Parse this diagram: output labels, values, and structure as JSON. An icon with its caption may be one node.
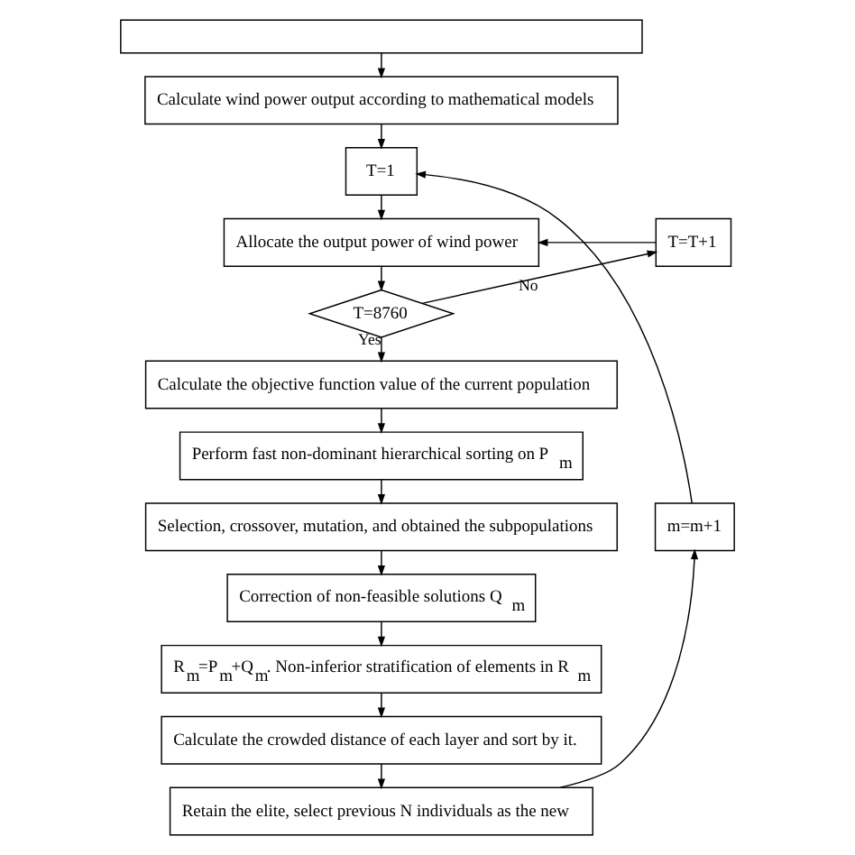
{
  "diagram": {
    "nodes": [
      {
        "text": [],
        "shape": "box"
      },
      {
        "text": [
          "Calculate wind power output according to mathematical models"
        ]
      },
      {
        "text": [
          "T=1"
        ]
      },
      {
        "text": [
          "Allocate the output power of wind power"
        ]
      },
      {
        "text": [
          "T=T+1"
        ]
      },
      {
        "text": [
          "T=8760"
        ]
      },
      {
        "text": [
          "Calculate the objective function value of the current population"
        ]
      },
      {
        "text": [
          "Perform fast non-dominant hierarchical sorting on P$_{m}$"
        ]
      },
      {
        "text": [
          "Selection, crossover, mutation, and obtained the subpopulations"
        ]
      },
      {
        "text": [
          "m=m+1"
        ]
      },
      {
        "text": [
          "Correction of non-feasible solutions Q$_{m}$"
        ]
      },
      {
        "text": [
          "R$_{m}$=P$_{m}$+Q$_{m}$. Non-inferior stratification of elements in R$_{m}$"
        ]
      },
      {
        "text": [
          "Calculate the crowded distance of each layer and sort by it."
        ]
      },
      {
        "text": [
          "Retain the elite, select previous N individuals as the new"
        ]
      }
    ],
    "edges": [
      {
        "from": 0,
        "to": 1,
        "arrow": "to"
      },
      {
        "from": 1,
        "to": 2,
        "arrow": "to"
      },
      {
        "from": 2,
        "to": 3,
        "arrow": "to"
      },
      {
        "from": 3,
        "to": 5,
        "arrow": "to"
      },
      {
        "from": 5,
        "to": 4,
        "arrow": "to",
        "label": "No"
      },
      {
        "from": 4,
        "to": 3,
        "arrow": "to"
      },
      {
        "from": 5,
        "to": 6,
        "arrow": "to",
        "label": "Yes"
      },
      {
        "from": 6,
        "to": 7,
        "arrow": "to"
      },
      {
        "from": 7,
        "to": 8,
        "arrow": "to"
      },
      {
        "from": 8,
        "to": 10,
        "arrow": "to"
      },
      {
        "from": 10,
        "to": 11,
        "arrow": "to"
      },
      {
        "from": 11,
        "to": 12,
        "arrow": "to"
      },
      {
        "from": 12,
        "to": 13,
        "arrow": "to"
      },
      {
        "from": 13,
        "to": 9,
        "arrow": "to"
      },
      {
        "from": 9,
        "to": 2,
        "arrow": "to"
      }
    ]
  }
}
